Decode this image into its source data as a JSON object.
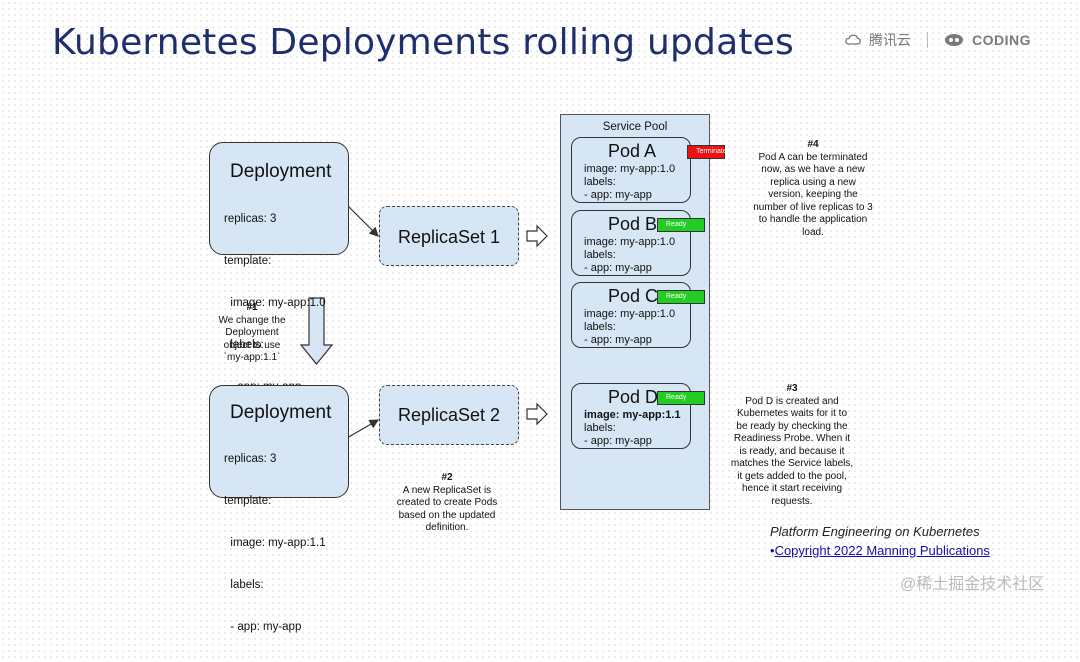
{
  "title": "Kubernetes Deployments rolling updates",
  "logos": {
    "tencent": "腾讯云",
    "coding": "CODING"
  },
  "deployment1": {
    "title": "Deployment",
    "lines": [
      "replicas: 3",
      "template:",
      "  image: my-app:1.0",
      "  labels:",
      "  - app: my-app"
    ]
  },
  "deployment2": {
    "title": "Deployment",
    "lines": [
      "replicas: 3",
      "template:",
      "  image: my-app:1.1",
      "  labels:",
      "  - app: my-app"
    ]
  },
  "replicaset1": {
    "title": "ReplicaSet 1"
  },
  "replicaset2": {
    "title": "ReplicaSet 2"
  },
  "pool": {
    "title": "Service Pool",
    "pods": [
      {
        "name": "Pod A",
        "image": "image: my-app:1.0",
        "labels": "labels:",
        "app": "- app: my-app",
        "badge": "Terminated",
        "status": "terminated"
      },
      {
        "name": "Pod B",
        "image": "image: my-app:1.0",
        "labels": "labels:",
        "app": "- app: my-app",
        "badge": "Ready",
        "status": "ready"
      },
      {
        "name": "Pod C",
        "image": "image: my-app:1.0",
        "labels": "labels:",
        "app": "- app: my-app",
        "badge": "Ready",
        "status": "ready"
      },
      {
        "name": "Pod D",
        "image": "image: my-app:1.1",
        "labels": "labels:",
        "app": "- app: my-app",
        "badge": "Ready",
        "status": "ready"
      }
    ]
  },
  "notes": {
    "n1": {
      "num": "#1",
      "lines": [
        "We change the",
        "Deployment",
        "object to use",
        "`my-app:1.1`"
      ]
    },
    "n2": {
      "num": "#2",
      "lines": [
        "A new ReplicaSet is",
        "created to create Pods",
        "based on the updated",
        "definition."
      ]
    },
    "n3": {
      "num": "#3",
      "lines": [
        "Pod D is created and",
        "Kubernetes waits for it to",
        "be ready by checking the",
        "Readiness Probe. When it",
        "is ready, and because it",
        "matches the Service labels,",
        "it gets added to the pool,",
        "hence it start receiving",
        "requests."
      ]
    },
    "n4": {
      "num": "#4",
      "lines": [
        "Pod A can be terminated",
        "now, as we have a new",
        "replica using a new",
        "version, keeping the",
        "number of live replicas to 3",
        "to handle the application",
        "load."
      ]
    }
  },
  "credit": {
    "book": "Platform Engineering on Kubernetes",
    "bullet": "•",
    "copyright": "Copyright 2022 Manning Publications"
  },
  "watermark": "@稀土掘金技术社区",
  "colors": {
    "box_fill": "#d6e6f4",
    "ready": "#22cc22",
    "terminated": "#ee1111",
    "title": "#1f2f6b"
  }
}
